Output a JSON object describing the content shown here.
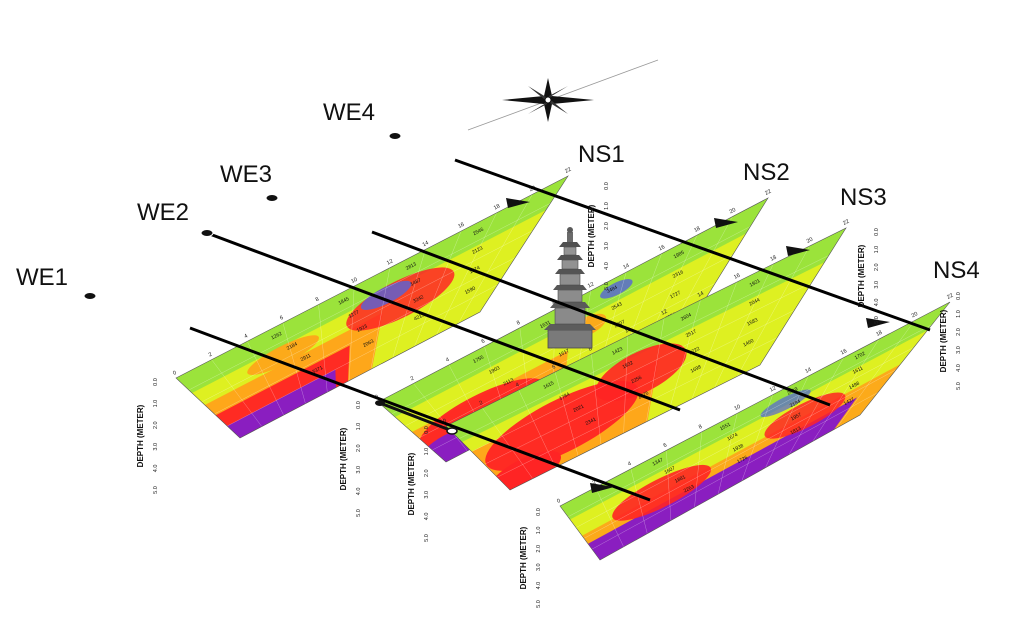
{
  "title": "",
  "lines": {
    "we": [
      "WE1",
      "WE2",
      "WE3",
      "WE4"
    ],
    "ns": [
      "NS1",
      "NS2",
      "NS3",
      "NS4"
    ]
  },
  "depth_axis": {
    "title": "DEPTH (METER)",
    "ticks": [
      "0.0",
      "1.0",
      "2.0",
      "3.0",
      "4.0",
      "5.0"
    ]
  },
  "distance_ticks": [
    "0",
    "2",
    "4",
    "6",
    "8",
    "10",
    "12",
    "14",
    "16",
    "18",
    "20",
    "22"
  ],
  "colors": {
    "low": "#9be33b",
    "mid_low": "#eaf21d",
    "mid": "#ffa21a",
    "high": "#ff2424",
    "very_high": "#8a1ec0",
    "lowest": "#5563d8",
    "profile_line": "#000000",
    "label": "#111111"
  },
  "icons": {
    "compass": "compass-rose-icon",
    "pagoda": "stone-pagoda-icon"
  },
  "readings": {
    "ns1": [
      "1262",
      "2184",
      "2911",
      "3371",
      "1845",
      "1277",
      "1923",
      "2063",
      "2813",
      "1487",
      "3242",
      "4213",
      "2546",
      "2123",
      "1874",
      "1590"
    ],
    "ns2": [
      "1755",
      "1903",
      "2113",
      "2451",
      "1631",
      "1736",
      "1617",
      "2001",
      "3484",
      "2543",
      "2207",
      "1823",
      "1985",
      "2316",
      "1727",
      "1524"
    ],
    "ns3": [
      "1615",
      "1784",
      "2021",
      "2341",
      "1423",
      "1932",
      "2256",
      "1876",
      "2604",
      "2517",
      "1722",
      "1698",
      "1921",
      "2044",
      "1583",
      "1460"
    ],
    "ns4": [
      "1347",
      "1607",
      "1881",
      "2263",
      "1551",
      "1674",
      "1938",
      "1726",
      "2419",
      "2184",
      "1957",
      "1813",
      "1702",
      "1611",
      "1498",
      "1427"
    ]
  }
}
